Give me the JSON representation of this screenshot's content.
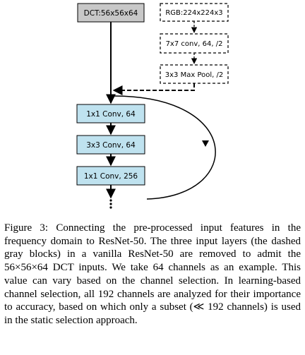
{
  "diagram": {
    "main_input": "DCT:56x56x64",
    "removed_layers": [
      "RGB:224x224x3",
      "7x7 conv, 64, /2",
      "3x3 Max Pool, /2"
    ],
    "blocks": [
      "1x1 Conv, 64",
      "3x3 Conv, 64",
      "1x1 Conv, 256"
    ],
    "colors": {
      "main_input_fill": "#c8c8c8",
      "block_fill": "#bfe2ef",
      "dashed_fill": "#ffffff",
      "stroke": "#000000"
    }
  },
  "caption": "Figure 3: Connecting the pre-processed input features in the frequency domain to ResNet-50. The three input layers (the dashed gray blocks) in a vanilla ResNet-50 are removed to admit the 56×56×64 DCT inputs. We take 64 channels as an example. This value can vary based on the channel selection. In learning-based channel selection, all 192 channels are analyzed for their importance to accuracy, based on which only a subset (≪ 192 channels) is used in the static selection approach."
}
